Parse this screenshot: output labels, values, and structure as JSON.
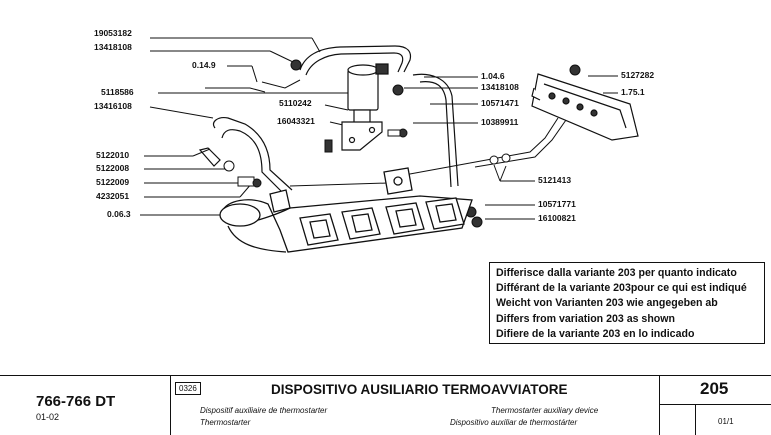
{
  "parts": {
    "p19053182": "19053182",
    "p13418108a": "13418108",
    "p0149": "0.14.9",
    "p5118586": "5118586",
    "p13416108": "13416108",
    "p5110242": "5110242",
    "p16043321": "16043321",
    "p5122010": "5122010",
    "p5122008": "5122008",
    "p5122009": "5122009",
    "p4232051": "4232051",
    "p0063": "0.06.3",
    "p1046": "1.04.6",
    "p13418108b": "13418108",
    "p10571471": "10571471",
    "p10389911": "10389911",
    "p5127282": "5127282",
    "p1751": "1.75.1",
    "p5121413": "5121413",
    "p10571771": "10571771",
    "p16100821": "16100821"
  },
  "note": {
    "line1": "Differisce dalla variante 203 per quanto indicato",
    "line2": "Différant de la variante 203pour ce qui est indiqué",
    "line3": "Weicht von Varianten 203 wie angegeben ab",
    "line4": "Differs from variation 203 as shown",
    "line5": "Difiere de la variante 203 en lo indicado"
  },
  "title_block": {
    "model": "766-766 DT",
    "date": "01-02",
    "code": "0326",
    "title": "DISPOSITIVO AUSILIARIO TERMOAVVIATORE",
    "sub_fr_1": "Dispositif auxiliaire de thermostarter",
    "sub_de": "Thermostarter",
    "sub_en": "Thermostarter auxiliary device",
    "sub_es": "Dispositivo auxiliar de thermostárter",
    "group": "205",
    "sheet": "01/1"
  }
}
